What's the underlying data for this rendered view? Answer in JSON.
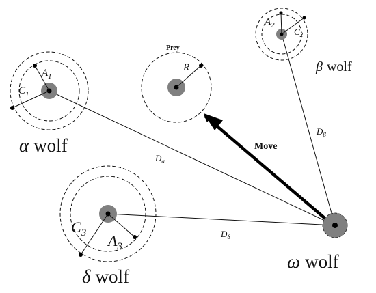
{
  "prey": {
    "title": "Prey",
    "radius_label": "R"
  },
  "alpha": {
    "greek": "α",
    "word": "wolf",
    "a_var": "A",
    "a_sub": "1",
    "c_var": "C",
    "c_sub": "1"
  },
  "beta": {
    "greek": "β",
    "word": "wolf",
    "a_var": "A",
    "a_sub": "2",
    "c_var": "C",
    "c_sub": "2"
  },
  "delta": {
    "greek": "δ",
    "word": "wolf",
    "a_var": "A",
    "a_sub": "3",
    "c_var": "C",
    "c_sub": "3"
  },
  "omega": {
    "greek": "ω",
    "word": "wolf"
  },
  "distances": {
    "d_var": "D",
    "alpha_sub": "α",
    "beta_sub": "β",
    "delta_sub": "δ"
  },
  "move_label": "Move",
  "colors": {
    "line": "#111111",
    "wolf_fill": "#808080",
    "dot": "#000000"
  }
}
